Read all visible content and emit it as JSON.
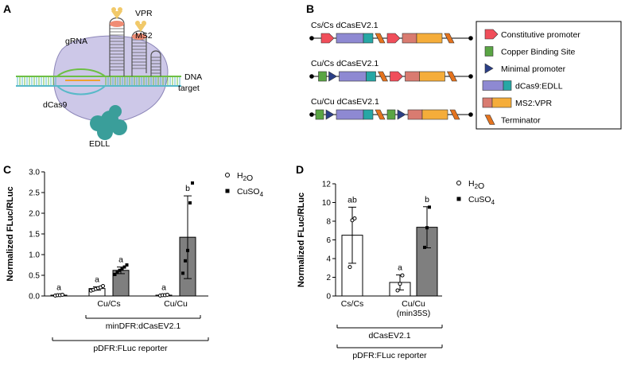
{
  "panel_letters": {
    "a": "A",
    "b": "B",
    "c": "C",
    "d": "D"
  },
  "panel_a": {
    "labels": {
      "gRNA": "gRNA",
      "vpr": "VPR",
      "ms2": "MS2",
      "dna1": "DNA",
      "dna2": "target",
      "dcas9": "dCas9",
      "edll": "EDLL"
    },
    "colors": {
      "cas9": "#cdc8e8",
      "dna_top": "#6dbf45",
      "dna_bottom": "#58b9c8",
      "edll": "#3a9e9a",
      "ms2": "#f08c74",
      "vpr": "#f1c96a"
    }
  },
  "panel_b": {
    "constructs": [
      {
        "name": "Cs/Cs dCasEV2.1",
        "parts": [
          "constitutive",
          "cas9",
          "edll",
          "terminator",
          "constitutive",
          "ms2",
          "vpr",
          "terminator"
        ]
      },
      {
        "name": "Cu/Cs dCasEV2.1",
        "parts": [
          "cbs",
          "minimal",
          "cas9",
          "edll",
          "terminator",
          "constitutive",
          "ms2",
          "vpr",
          "terminator"
        ]
      },
      {
        "name": "Cu/Cu dCasEV2.1",
        "parts": [
          "cbs",
          "minimal",
          "cas9",
          "edll",
          "terminator",
          "cbs",
          "minimal",
          "ms2",
          "vpr",
          "terminator"
        ]
      }
    ],
    "legend": [
      {
        "key": "constitutive",
        "label": "Constitutive promoter"
      },
      {
        "key": "cbs",
        "label": "Copper Binding Site"
      },
      {
        "key": "minimal",
        "label": "Minimal promoter"
      },
      {
        "key": "cas9",
        "label": "dCas9:EDLL"
      },
      {
        "key": "ms2",
        "label": "MS2:VPR"
      },
      {
        "key": "terminator",
        "label": "Terminator"
      }
    ],
    "colors": {
      "constitutive": "#f04e5a",
      "cbs": "#5aa544",
      "minimal": "#2b3f87",
      "cas9": "#8e89d2",
      "edll": "#27a7a5",
      "ms2": "#d97b70",
      "vpr": "#f5ad3a",
      "terminator": "#e4731e"
    }
  },
  "chart_data": [
    {
      "type": "bar",
      "ylabel": "Normalized FLuc/RLuc",
      "ylim": [
        0,
        3.0
      ],
      "yticks": [
        "0.0",
        "0.5",
        "1.0",
        "1.5",
        "2.0",
        "2.5",
        "3.0"
      ],
      "legend": {
        "h2o": "H2O",
        "cuso4": "CuSO4"
      },
      "groups": [
        {
          "label": "",
          "bars": [
            {
              "series": "H2O",
              "mean": 0.02,
              "sd": 0.01,
              "letter": "a",
              "points": [
                0.01,
                0.02,
                0.02,
                0.03
              ]
            }
          ]
        },
        {
          "label": "Cu/Cs",
          "bars": [
            {
              "series": "H2O",
              "mean": 0.18,
              "sd": 0.04,
              "letter": "a",
              "points": [
                0.13,
                0.15,
                0.17,
                0.19,
                0.21,
                0.24
              ]
            },
            {
              "series": "CuSO4",
              "mean": 0.62,
              "sd": 0.08,
              "letter": "a",
              "points": [
                0.52,
                0.57,
                0.62,
                0.65,
                0.7,
                0.75
              ]
            }
          ]
        },
        {
          "label": "Cu/Cu",
          "bars": [
            {
              "series": "H2O",
              "mean": 0.02,
              "sd": 0.01,
              "letter": "a",
              "points": [
                0.01,
                0.02,
                0.02,
                0.03
              ]
            },
            {
              "series": "CuSO4",
              "mean": 1.42,
              "sd": 1.0,
              "letter": "b",
              "points": [
                0.55,
                0.85,
                1.1,
                2.25,
                2.73
              ]
            }
          ]
        }
      ],
      "brackets": [
        "minDFR:dCasEV2.1",
        "pDFR:FLuc reporter"
      ]
    },
    {
      "type": "bar",
      "ylabel": "Normalized FLuc/RLuc",
      "ylim": [
        0,
        12
      ],
      "yticks": [
        "0",
        "2",
        "4",
        "6",
        "8",
        "10",
        "12"
      ],
      "legend": {
        "h2o": "H2O",
        "cuso4": "CuSO4"
      },
      "groups": [
        {
          "label": "Cs/Cs",
          "bars": [
            {
              "series": "H2O",
              "mean": 6.5,
              "sd": 3.0,
              "letter": "ab",
              "points": [
                3.1,
                8.1,
                8.3
              ]
            }
          ]
        },
        {
          "label": "Cu/Cu",
          "sublabel": "(min35S)",
          "bars": [
            {
              "series": "H2O",
              "mean": 1.45,
              "sd": 0.8,
              "letter": "a",
              "points": [
                0.6,
                1.3,
                2.2
              ]
            },
            {
              "series": "CuSO4",
              "mean": 7.35,
              "sd": 2.2,
              "letter": "b",
              "points": [
                5.2,
                7.3,
                9.5
              ]
            }
          ]
        }
      ],
      "brackets": [
        "dCasEV2.1",
        "pDFR:FLuc reporter"
      ]
    }
  ]
}
